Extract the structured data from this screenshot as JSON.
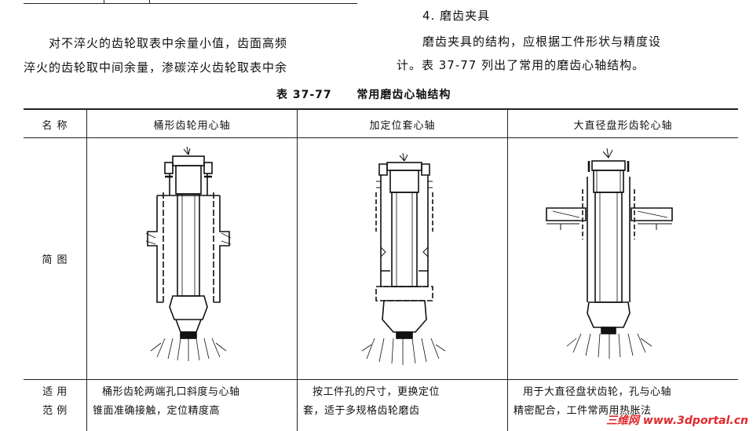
{
  "left_text": {
    "line1": "对不淬火的齿轮取表中余量小值，齿面高频",
    "line2": "淬火的齿轮取中间余量，渗碳淬火齿轮取表中余"
  },
  "right_text": {
    "heading": "4. 磨齿夹具",
    "line1": "磨齿夹具的结构，应根据工件形状与精度设",
    "line2": "计。表 37-77 列出了常用的磨齿心轴结构。"
  },
  "table": {
    "caption_no": "表 37-77",
    "caption_title": "常用磨齿心轴结构",
    "header_name": "名  称",
    "columns": [
      "桶形齿轮用心轴",
      "加定位套心轴",
      "大直径盘形齿轮心轴"
    ],
    "row_sketch_label": "简  图",
    "row_usage_label_1": "适  用",
    "row_usage_label_2": "范  例",
    "usage": [
      {
        "line1": "桶形齿轮两端孔口斜度与心轴",
        "line2": "锥面准确接触，定位精度高"
      },
      {
        "line1": "按工件孔的尺寸，更换定位",
        "line2": "套，适于多规格齿轮磨齿"
      },
      {
        "line1": "用于大直径盘状齿轮，孔与心轴",
        "line2": "精密配合，工件常两用热胀法"
      }
    ]
  },
  "watermark": "三维网 www.3dportal.cn",
  "colors": {
    "ink": "#111111",
    "watermark": "#e0282a"
  }
}
